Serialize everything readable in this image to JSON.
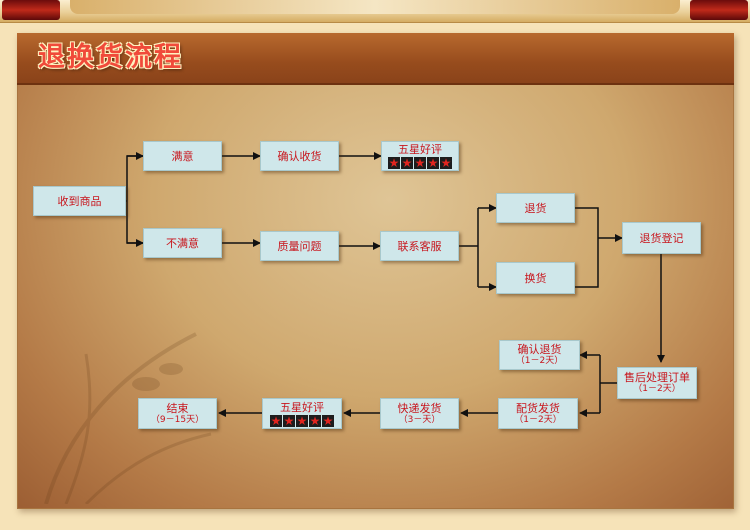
{
  "title": "退换货流程",
  "colors": {
    "panel": "#c79a63",
    "title_bar": "#974c1d",
    "box_fill": "#cfe7ea",
    "box_text": "#c8161d",
    "title_text": "#f04a3a"
  },
  "icons": {
    "star": "star-icon",
    "arrow": "arrow-right-icon"
  },
  "nodes": {
    "receive": {
      "label": "收到商品"
    },
    "satisfied": {
      "label": "满意"
    },
    "confirm": {
      "label": "确认收货"
    },
    "rating_top": {
      "label": "五星好评"
    },
    "unsatisfied": {
      "label": "不满意"
    },
    "quality": {
      "label": "质量问题"
    },
    "contact": {
      "label": "联系客服"
    },
    "refund": {
      "label": "退货"
    },
    "exchange": {
      "label": "换货"
    },
    "register": {
      "label": "退货登记"
    },
    "confirm_return": {
      "label": "确认退货",
      "sub": "（1－2天）"
    },
    "after_sales": {
      "label": "售后处理订单",
      "sub": "（1－2天）"
    },
    "dispatch": {
      "label": "配货发货",
      "sub": "（1－2天）"
    },
    "express": {
      "label": "快递发货",
      "sub": "（3－天）"
    },
    "rating_bottom": {
      "label": "五星好评"
    },
    "end": {
      "label": "结束",
      "sub": "（9－15天）"
    }
  }
}
